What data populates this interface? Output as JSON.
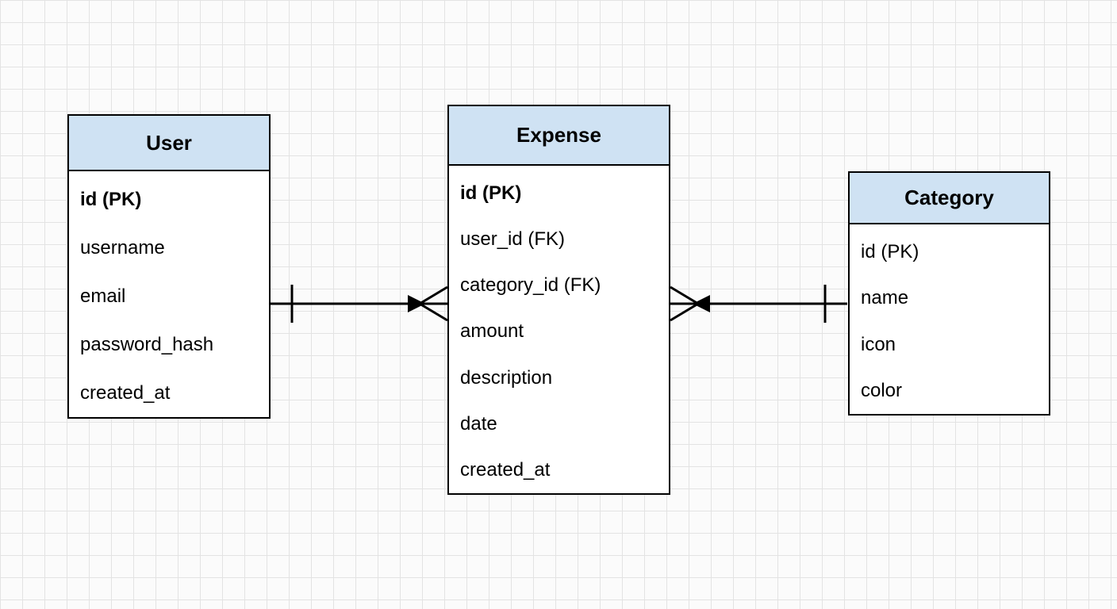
{
  "diagram": {
    "type": "entity-relationship",
    "colors": {
      "entity_header_fill": "#cfe2f3",
      "entity_border": "#000000",
      "entity_body_fill": "#ffffff",
      "grid_line": "#e3e3e3",
      "background": "#fbfbfb",
      "connector": "#000000"
    }
  },
  "entities": [
    {
      "name": "User",
      "fields": [
        "id (PK)",
        "username",
        "email",
        "password_hash",
        "created_at"
      ]
    },
    {
      "name": "Expense",
      "fields": [
        "id (PK)",
        "user_id (FK)",
        "category_id (FK)",
        "amount",
        "description",
        "date",
        "created_at"
      ]
    },
    {
      "name": "Category",
      "fields": [
        "id (PK)",
        "name",
        "icon",
        "color"
      ]
    }
  ],
  "relationships": [
    {
      "from": "User",
      "to": "Expense",
      "from_cardinality": "one",
      "to_cardinality": "many",
      "notation": "crow's foot"
    },
    {
      "from": "Category",
      "to": "Expense",
      "from_cardinality": "one",
      "to_cardinality": "many",
      "notation": "crow's foot"
    }
  ]
}
